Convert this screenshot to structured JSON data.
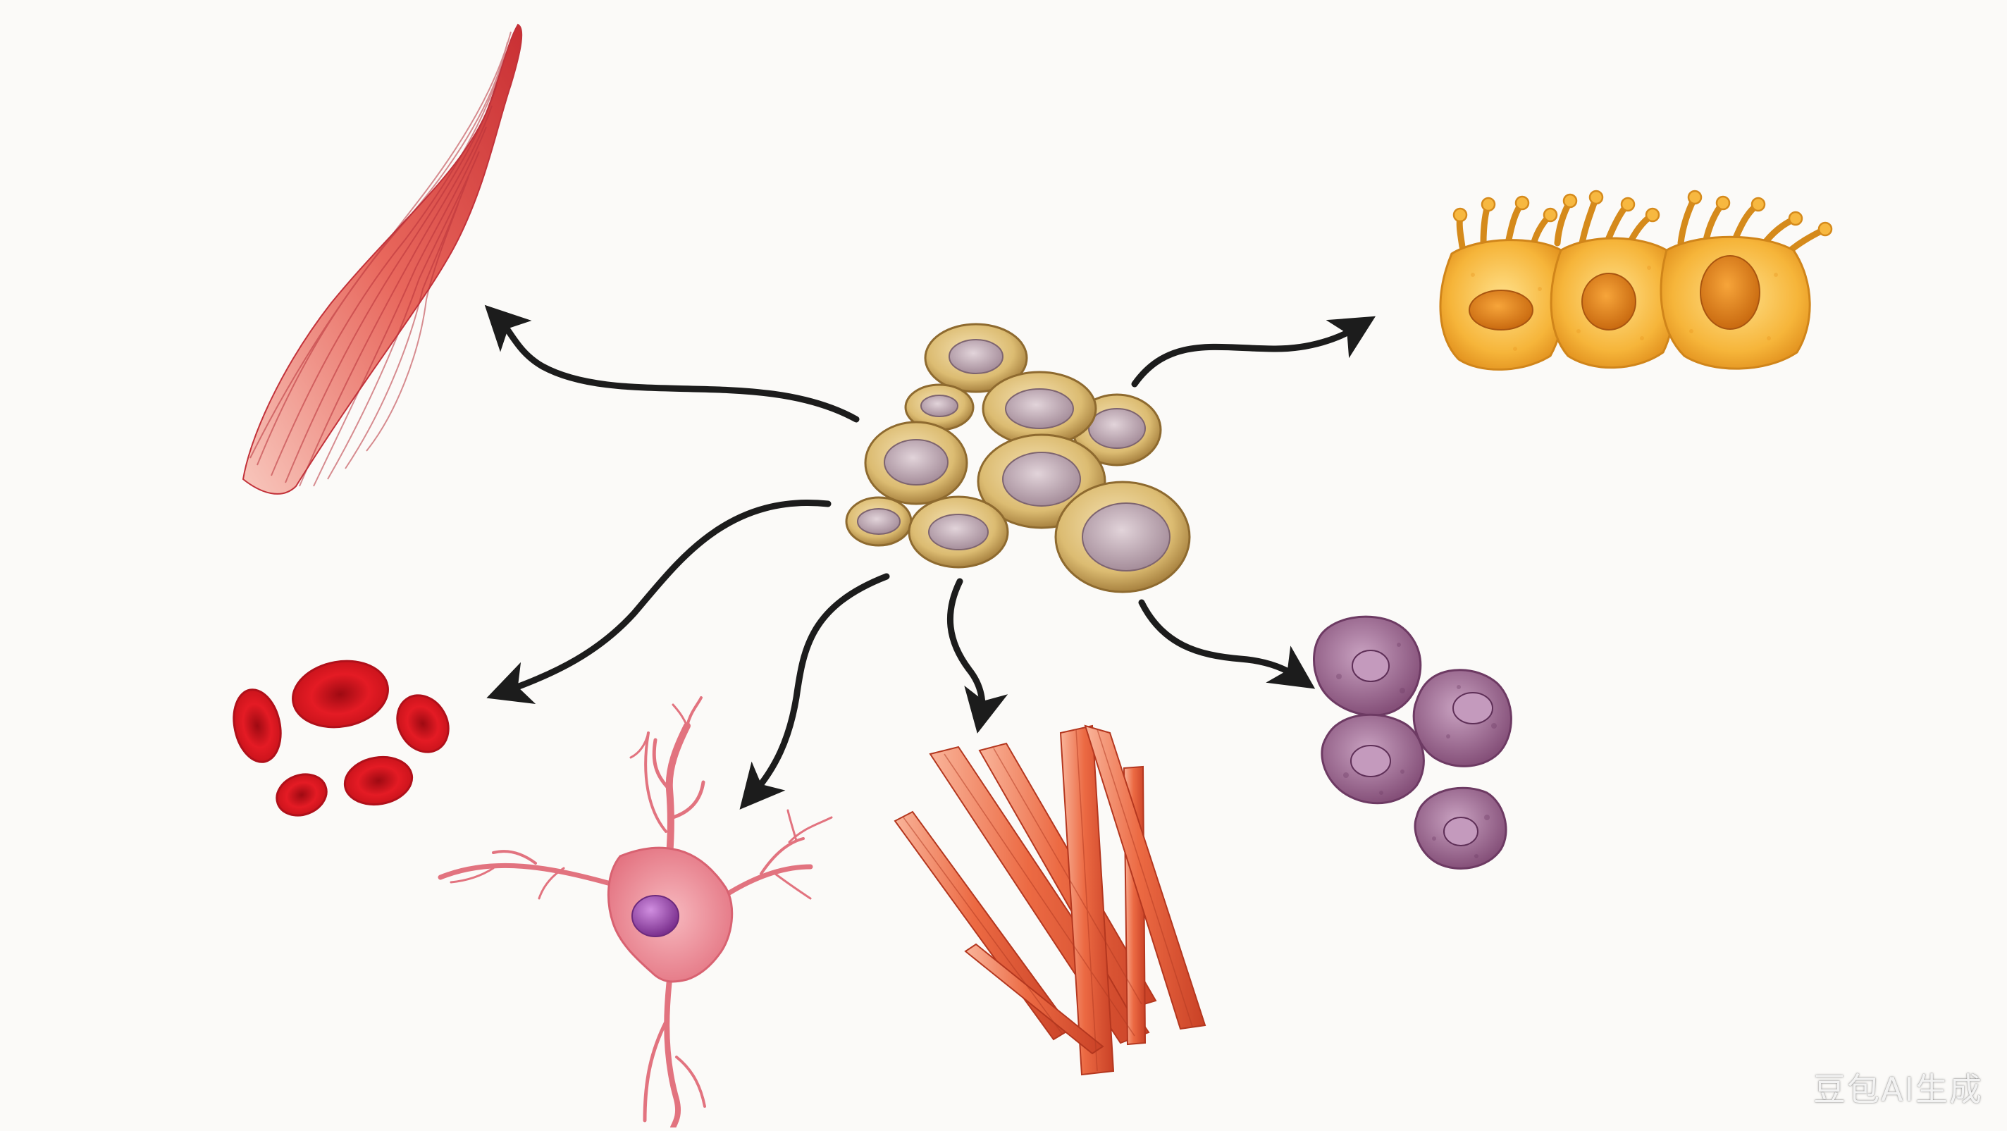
{
  "diagram": {
    "center": {
      "name": "stem-cell-cluster"
    },
    "targets": [
      {
        "name": "skeletal-muscle"
      },
      {
        "name": "red-blood-cells"
      },
      {
        "name": "neuron"
      },
      {
        "name": "muscle-fibers"
      },
      {
        "name": "bone-marrow-cells"
      },
      {
        "name": "epithelial-cells"
      }
    ],
    "colors": {
      "background": "#fbfaf8",
      "arrow": "#1c1c1c",
      "stem_cell": "#d8b86c",
      "stem_nucleus": "#b9a3ad",
      "muscle": "#e46a5e",
      "blood": "#d3141c",
      "neuron": "#ee8d97",
      "neuron_nucleus": "#9a4ea8",
      "fiber": "#ea6a45",
      "marrow": "#9e6b93",
      "epithelial": "#f4b238"
    }
  },
  "watermark": "豆包AI生成"
}
